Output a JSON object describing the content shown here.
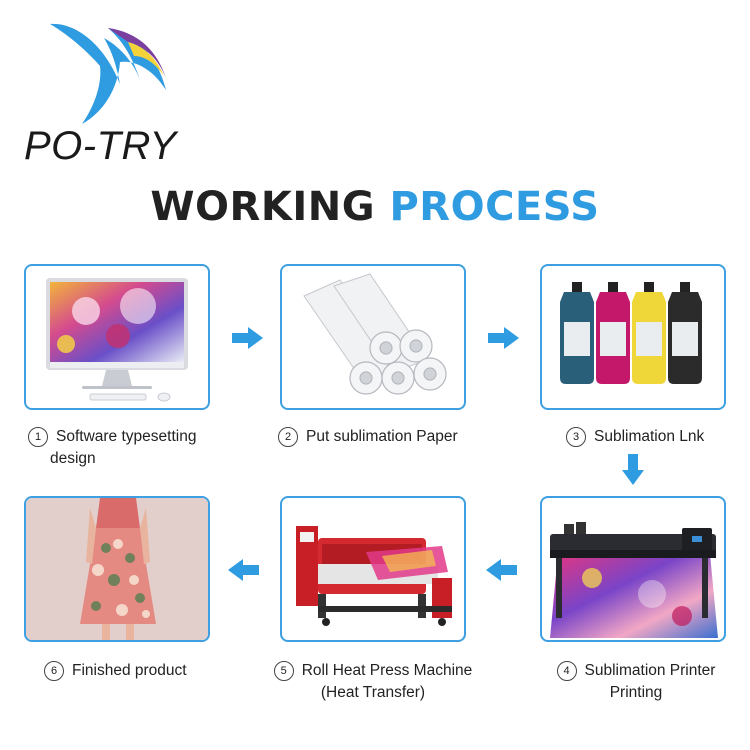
{
  "brand": {
    "name": "PO-TRY",
    "colors": {
      "blue": "#2f9be0",
      "purple": "#7b3fa0",
      "yellow": "#f3d23a"
    }
  },
  "title": {
    "word1": "WORKING",
    "word2": "PROCESS"
  },
  "accent_color": "#3ea0e2",
  "steps": [
    {
      "num": "1",
      "label": "Software typesetting",
      "label2": "design",
      "icon": "computer-icon"
    },
    {
      "num": "2",
      "label": "Put sublimation Paper",
      "icon": "paper-rolls-icon"
    },
    {
      "num": "3",
      "label": "Sublimation Lnk",
      "icon": "ink-bottles-icon"
    },
    {
      "num": "4",
      "label": "Sublimation Printer",
      "label2": "Printing",
      "icon": "printer-icon"
    },
    {
      "num": "5",
      "label": "Roll Heat Press Machine",
      "label2": "(Heat Transfer)",
      "icon": "heat-press-icon"
    },
    {
      "num": "6",
      "label": "Finished product",
      "icon": "dress-icon"
    }
  ]
}
